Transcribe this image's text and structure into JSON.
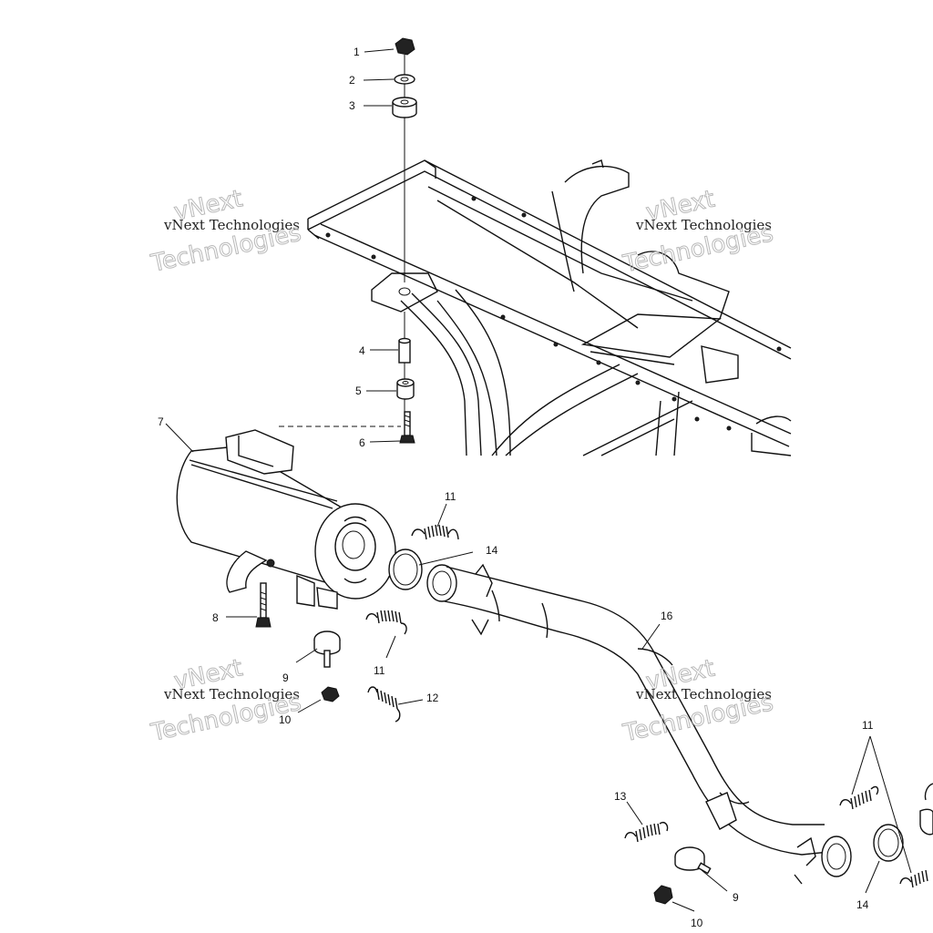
{
  "diagram": {
    "watermark": {
      "line1": "vNext",
      "line2": "vNext Technologies",
      "line3": "Technologies"
    },
    "callouts": [
      "1",
      "2",
      "3",
      "4",
      "5",
      "6",
      "7",
      "8",
      "9",
      "10",
      "11",
      "12",
      "13",
      "14",
      "16"
    ]
  }
}
